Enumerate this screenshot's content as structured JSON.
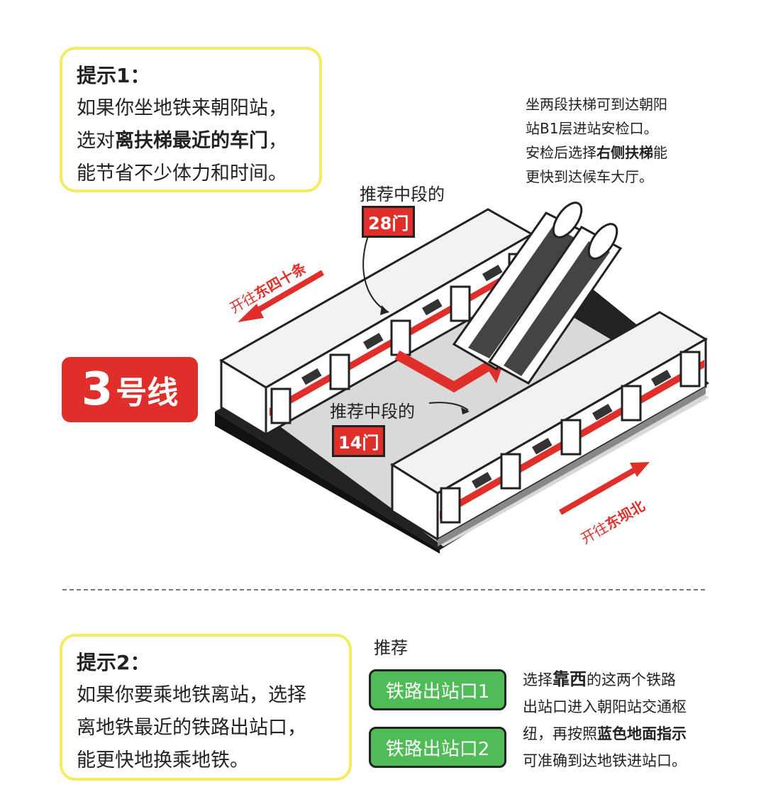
{
  "tip1": {
    "title": "提示1：",
    "line1": "如果你坐地铁来朝阳站，",
    "line2_pre": "选对",
    "line2_bold": "离扶梯最近的车门",
    "line2_post": "，",
    "line3": "能节省不少体力和时间。"
  },
  "escalator_note": {
    "line1": "坐两段扶梯可到达朝阳",
    "line2": "站B1层进站安检口。",
    "line3_pre": "安检后选择",
    "line3_bold": "右侧扶梯",
    "line3_post": "能",
    "line4": "更快到达候车大厅。"
  },
  "metro_line": {
    "number": "3",
    "text": "号线"
  },
  "door_upper": {
    "label": "推荐中段的",
    "door": "28门"
  },
  "door_lower": {
    "label": "推荐中段的",
    "door": "14门"
  },
  "direction_west": {
    "prefix": "开往",
    "station": "东四十条"
  },
  "direction_east": {
    "prefix": "开往",
    "station": "东坝北"
  },
  "tip2": {
    "title": "提示2：",
    "line1": "如果你要乘地铁离站，选择",
    "line2": "离地铁最近的铁路出站口，",
    "line3": "能更快地换乘地铁。"
  },
  "recommend_label": "推荐",
  "exits": [
    "铁路出站口1",
    "铁路出站口2"
  ],
  "exit_note": {
    "line1_pre": "选择",
    "line1_bold": "靠西",
    "line1_post": "的这两个铁路",
    "line2": "出站口进入朝阳站交通枢",
    "line3_pre": "纽，再按照",
    "line3_bold": "蓝色地面指示",
    "line4": "可准确到达地铁进站口。"
  },
  "colors": {
    "accent_red": "#e02f2b",
    "exit_green": "#4fbc57",
    "tip_border": "#f3ec5e"
  }
}
